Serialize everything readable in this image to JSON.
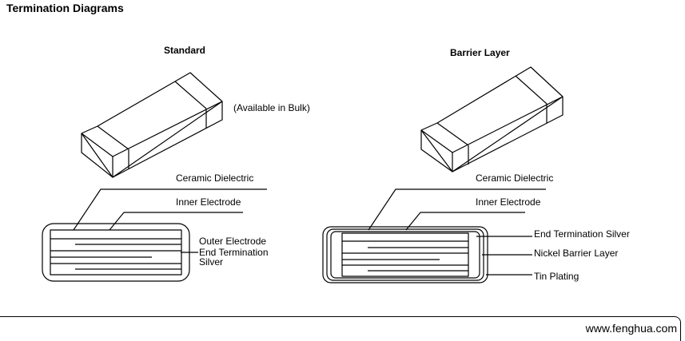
{
  "title": "Termination Diagrams",
  "standard": {
    "heading": "Standard",
    "note": "(Available in Bulk)",
    "labels": {
      "ceramic": "Ceramic Dielectric",
      "inner": "Inner Electrode",
      "outer_line1": "Outer   Electrode",
      "outer_line2": "End  Termination",
      "outer_line3": "Silver"
    }
  },
  "barrier": {
    "heading": "Barrier Layer",
    "labels": {
      "ceramic": "Ceramic Dielectric",
      "inner": "Inner Electrode",
      "end_silver": "End Termination Silver",
      "nickel": "Nickel Barrier Layer",
      "tin": "Tin Plating"
    }
  },
  "footer": {
    "website": "www.fenghua.com"
  }
}
